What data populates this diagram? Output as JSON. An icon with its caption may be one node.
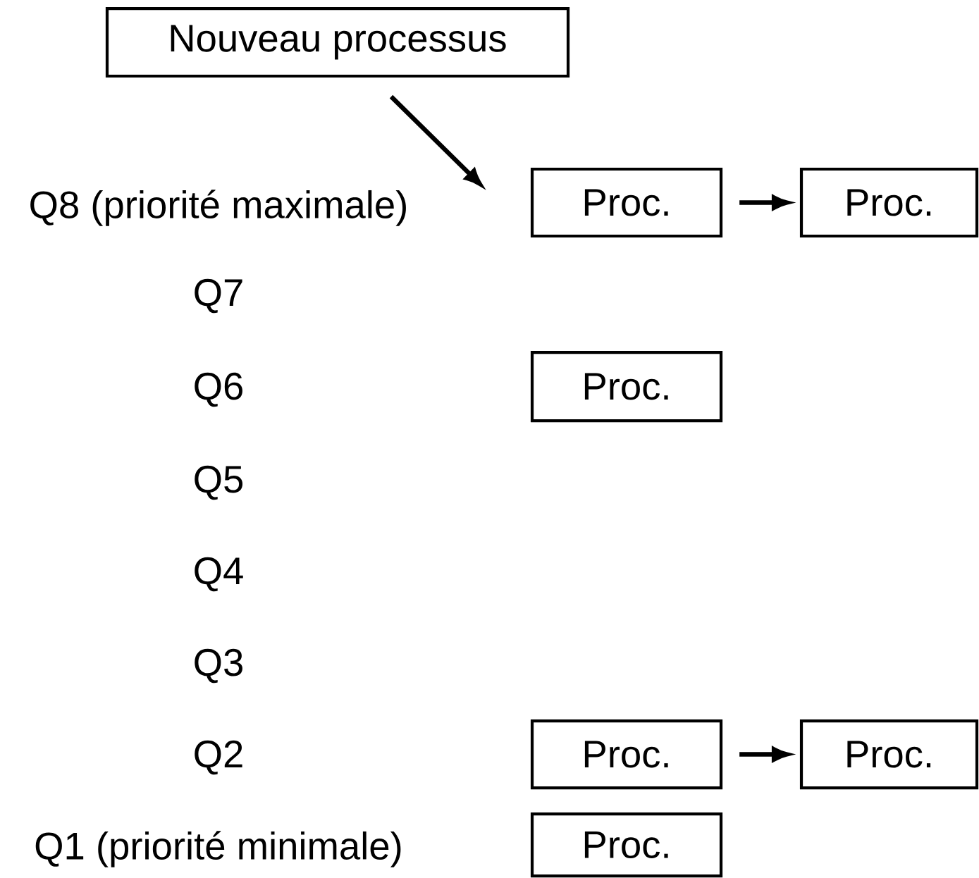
{
  "diagram": {
    "nodes": [
      {
        "text": [
          "Nouveau processus"
        ]
      },
      {
        "text": [
          "Proc."
        ]
      },
      {
        "text": [
          "Proc."
        ]
      },
      {
        "text": [
          "Proc."
        ]
      },
      {
        "text": [
          "Proc."
        ]
      },
      {
        "text": [
          "Proc."
        ]
      },
      {
        "text": [
          "Proc."
        ]
      }
    ],
    "edges": [
      {
        "from": 0,
        "to": null,
        "arrow": "to"
      },
      {
        "from": 1,
        "to": 2,
        "arrow": "to"
      },
      {
        "from": 4,
        "to": 5,
        "arrow": "to"
      }
    ],
    "labels": [
      "Q8 (priorité maximale)",
      "Q7",
      "Q6",
      "Q5",
      "Q4",
      "Q3",
      "Q2",
      "Q1 (priorité minimale)"
    ]
  }
}
